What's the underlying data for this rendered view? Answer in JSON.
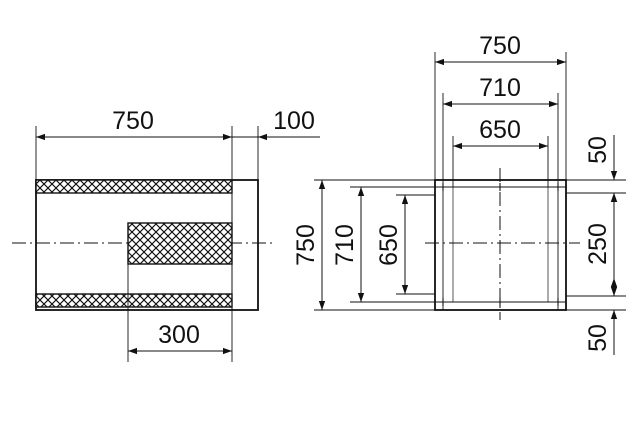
{
  "side_view": {
    "dim_length": "750",
    "dim_offset": "100",
    "dim_insert": "300"
  },
  "front_view": {
    "dim_width_outer": "750",
    "dim_width_mid": "710",
    "dim_width_inner": "650",
    "dim_height_outer": "750",
    "dim_height_mid": "710",
    "dim_height_inner": "650",
    "dim_margin_top": "50",
    "dim_center": "250",
    "dim_margin_bottom": "50"
  },
  "colors": {
    "line": "#111111",
    "background": "#ffffff"
  }
}
